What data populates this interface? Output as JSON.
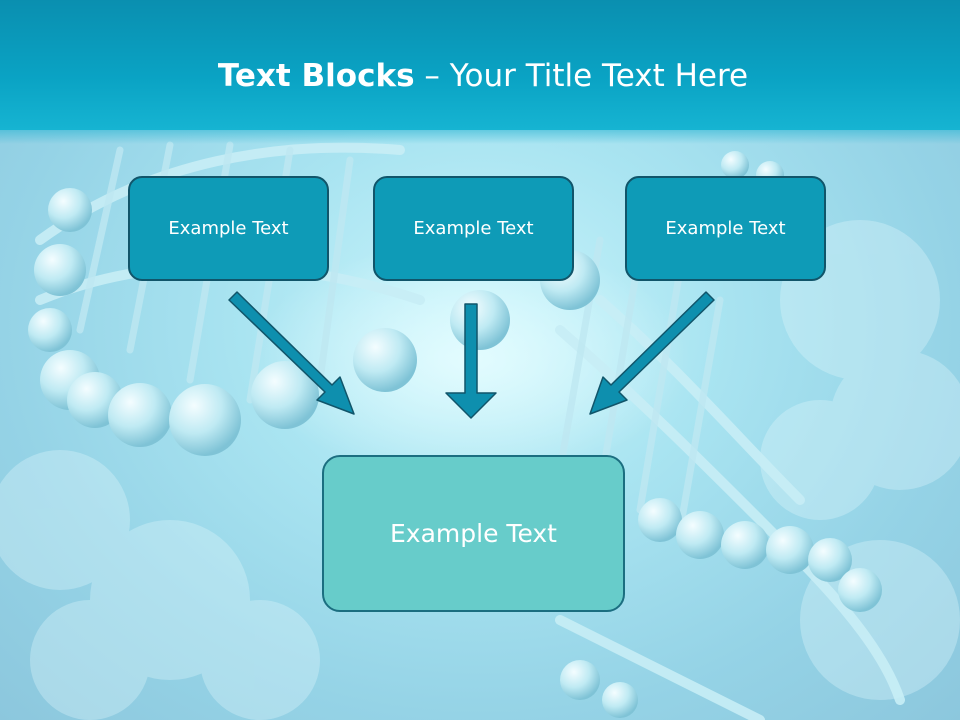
{
  "slide": {
    "title_bold": "Text Blocks",
    "title_rest": " – Your Title Text Here"
  },
  "boxes": {
    "top": [
      "Example Text",
      "Example Text",
      "Example Text"
    ],
    "main": "Example Text"
  },
  "colors": {
    "header": "#0aa3c4",
    "top_box_fill": "#0e9bb7",
    "main_box_fill": "#67ccca",
    "arrow_fill": "#0e8fae",
    "border": "#11556a"
  }
}
